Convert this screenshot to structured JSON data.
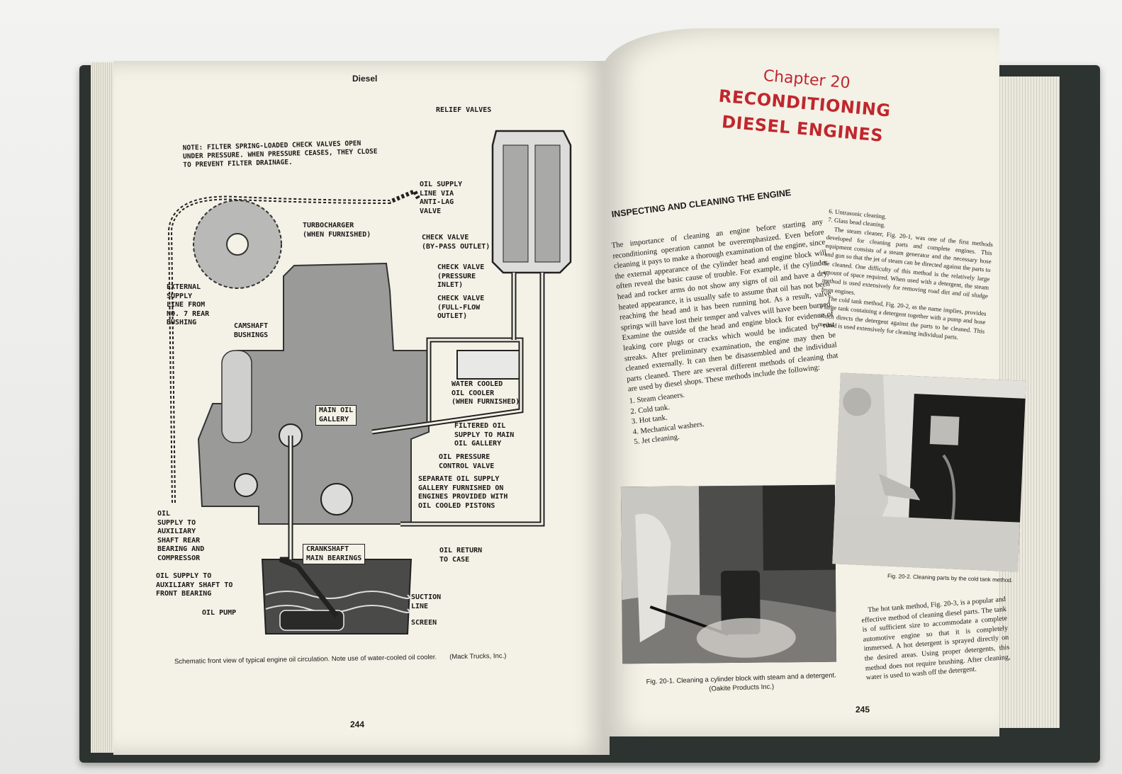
{
  "left_page": {
    "running_head": "Diesel",
    "note": "NOTE: FILTER SPRING-LOADED CHECK VALVES OPEN UNDER PRESSURE. WHEN PRESSURE CEASES, THEY CLOSE TO PREVENT FILTER DRAINAGE.",
    "labels": {
      "relief_valves": "RELIEF VALVES",
      "oil_supply_line": "OIL SUPPLY\nLINE VIA\nANTI-LAG\nVALVE",
      "turbocharger": "TURBOCHARGER\n(WHEN FURNISHED)",
      "check_valve_bypass": "CHECK VALVE\n(BY-PASS OUTLET)",
      "check_valve_pressure": "CHECK VALVE\n(PRESSURE\nINLET)",
      "check_valve_fullflow": "CHECK VALVE\n(FULL-FLOW\nOUTLET)",
      "external_supply": "EXTERNAL\nSUPPLY\nLINE FROM\nNO. 7 REAR\nBUSHING",
      "camshaft_bushings": "CAMSHAFT\nBUSHINGS",
      "water_cooled": "WATER COOLED\nOIL COOLER\n(WHEN FURNISHED)",
      "main_oil_gallery": "MAIN OIL\nGALLERY",
      "filtered_oil": "FILTERED OIL\nSUPPLY TO MAIN\nOIL GALLERY",
      "oil_pressure_control": "OIL PRESSURE\nCONTROL VALVE",
      "separate_oil": "SEPARATE OIL SUPPLY\nGALLERY FURNISHED ON\nENGINES PROVIDED WITH\nOIL COOLED PISTONS",
      "oil_supply_aux_rear": "OIL\nSUPPLY TO\nAUXILIARY\nSHAFT REAR\nBEARING AND\nCOMPRESSOR",
      "crankshaft": "CRANKSHAFT\nMAIN BEARINGS",
      "oil_return": "OIL RETURN\nTO CASE",
      "oil_supply_aux_front": "OIL SUPPLY TO\nAUXILIARY SHAFT TO\nFRONT BEARING",
      "oil_pump": "OIL PUMP",
      "suction_line": "SUCTION\nLINE",
      "screen": "SCREEN"
    },
    "caption": "Schematic front view of typical engine oil circulation. Note use of water-cooled oil cooler.",
    "credit": "(Mack Trucks, Inc.)",
    "page_number": "244"
  },
  "right_page": {
    "chapter_number": "Chapter 20",
    "chapter_title_1": "RECONDITIONING",
    "chapter_title_2": "DIESEL ENGINES",
    "section_heading": "INSPECTING AND CLEANING THE ENGINE",
    "paragraph_1": "The importance of cleaning an engine before starting any reconditioning operation cannot be overemphasized. Even before cleaning it pays to make a thorough examination of the engine, since the external appearance of the cylinder head and engine block will often reveal the basic cause of trouble. For example, if the cylinder head and rocker arms do not show any signs of oil and have a dry, heated appearance, it is usually safe to assume that oil has not been reaching the head and it has been running hot. As a result, valve springs will have lost their temper and valves will have been burned. Examine the outside of the head and engine block for evidence of leaking core plugs or cracks which would be indicated by rust streaks. After preliminary examination, the engine may then be cleaned externally. It can then be disassembled and the individual parts cleaned. There are several different methods of cleaning that are used by diesel shops. These methods include the following:",
    "methods": [
      "1. Steam cleaners.",
      "2. Cold tank.",
      "3. Hot tank.",
      "4. Mechanical washers.",
      "5. Jet cleaning."
    ],
    "methods_cont": [
      "6. Untrasonic cleaning.",
      "7. Glass bead cleaning."
    ],
    "paragraph_2": "The steam cleaner, Fig. 20-1, was one of the first methods developed for cleaning parts and complete engines. This equipment consists of a steam generator and the necessary hose and gun so that the jet of steam can be directed against the parts to be cleaned. One difficulty of this method is the relatively large amount of space required. When used with a detergent, the steam method is used extensively for removing road dirt and oil sludge from engines.",
    "paragraph_3": "The cold tank method, Fig. 20-2, as the name implies, provides a large tank containing a detergent together with a pump and hose which directs the detergent against the parts to be cleaned. This method is used extensively for cleaning individual parts.",
    "fig_1_caption": "Fig. 20-1. Cleaning a cylinder block with steam and a detergent.",
    "fig_1_credit": "(Oakite Products Inc.)",
    "fig_2_caption": "Fig. 20-2. Cleaning parts by the cold tank method.",
    "paragraph_4": "The hot tank method, Fig. 20-3, is a popular and effective method of cleaning diesel parts. The tank is of sufficient size to accommodate a complete automotive engine so that it is completely immersed. A hot detergent is sprayed directly on the desired areas. Using proper detergents, this method does not require brushing. After cleaning, water is used to wash off the detergent.",
    "page_number": "245"
  },
  "colors": {
    "chapter_red": "#c0272d",
    "paper": "#f4f1e6",
    "engine_gray": "#9a9a98"
  }
}
